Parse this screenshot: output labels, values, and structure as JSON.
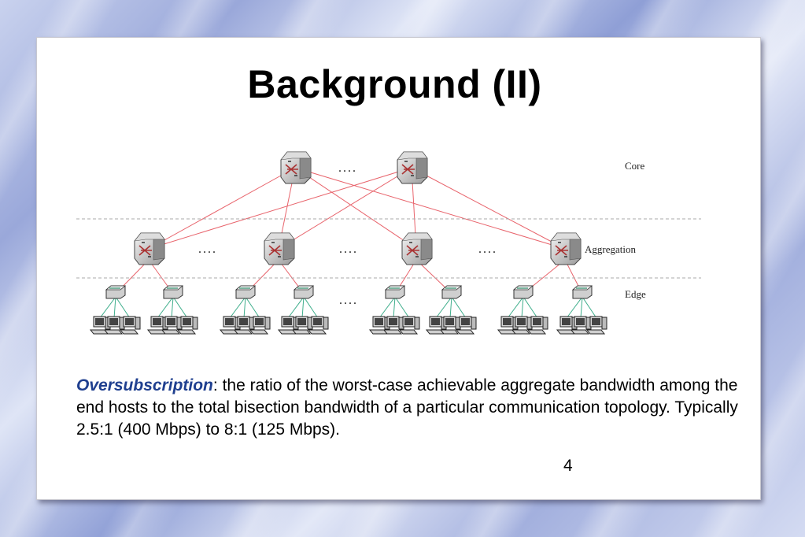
{
  "slide": {
    "title": "Background (II)",
    "page_number": "4"
  },
  "diagram": {
    "labels": {
      "core": "Core",
      "aggregation": "Aggregation",
      "edge": "Edge"
    },
    "ellipsis": "...."
  },
  "definition": {
    "term": "Oversubscription",
    "separator": ":",
    "text": " the ratio of the worst-case achievable aggregate bandwidth among the end hosts to the total bisection bandwidth of a particular communication topology. Typically 2.5:1 (400 Mbps) to 8:1 (125 Mbps)."
  },
  "colors": {
    "link_core": "#e8646c",
    "link_edge": "#3fae8c",
    "term": "#1f3f8f"
  }
}
